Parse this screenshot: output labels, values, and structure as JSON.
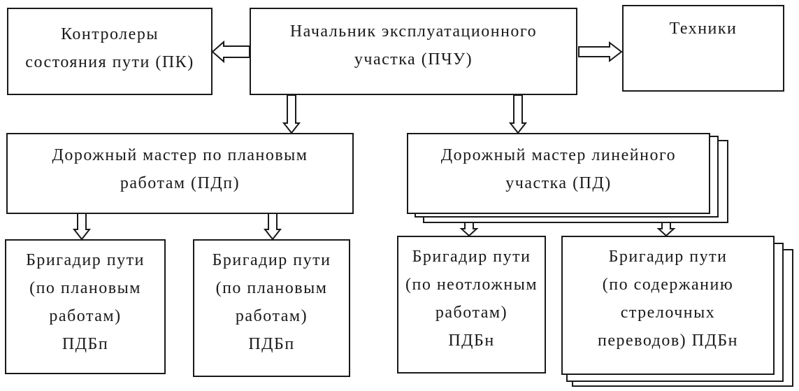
{
  "diagram": {
    "nodes": {
      "pchu": {
        "lines": [
          "Начальник эксплуатационного",
          "участка  (ПЧУ)"
        ]
      },
      "pk": {
        "lines": [
          "Контролеры",
          "состояния пути (ПК)"
        ]
      },
      "tech": {
        "lines": [
          "Техники"
        ]
      },
      "pdp": {
        "lines": [
          "Дорожный мастер по плановым",
          "работам  (ПДп)"
        ]
      },
      "pd": {
        "lines": [
          "Дорожный мастер линейного",
          "участка (ПД)"
        ]
      },
      "pdbp1": {
        "lines": [
          "Бригадир пути",
          "(по плановым",
          "работам)",
          "ПДБп"
        ]
      },
      "pdbp2": {
        "lines": [
          "Бригадир пути",
          "(по плановым",
          "работам)",
          "ПДБп"
        ]
      },
      "pdbn1": {
        "lines": [
          "Бригадир пути",
          "(по неотложным",
          "работам)",
          "ПДБн"
        ]
      },
      "pdbn2": {
        "lines": [
          "Бригадир пути",
          "(по содержанию",
          "стрелочных",
          "переводов) ПДБн"
        ]
      }
    },
    "edges": [
      {
        "from": "pchu",
        "to": "pk"
      },
      {
        "from": "pchu",
        "to": "tech"
      },
      {
        "from": "pchu",
        "to": "pdp"
      },
      {
        "from": "pchu",
        "to": "pd"
      },
      {
        "from": "pdp",
        "to": "pdbp1"
      },
      {
        "from": "pdp",
        "to": "pdbp2"
      },
      {
        "from": "pd",
        "to": "pdbn1"
      },
      {
        "from": "pd",
        "to": "pdbn2"
      }
    ]
  }
}
